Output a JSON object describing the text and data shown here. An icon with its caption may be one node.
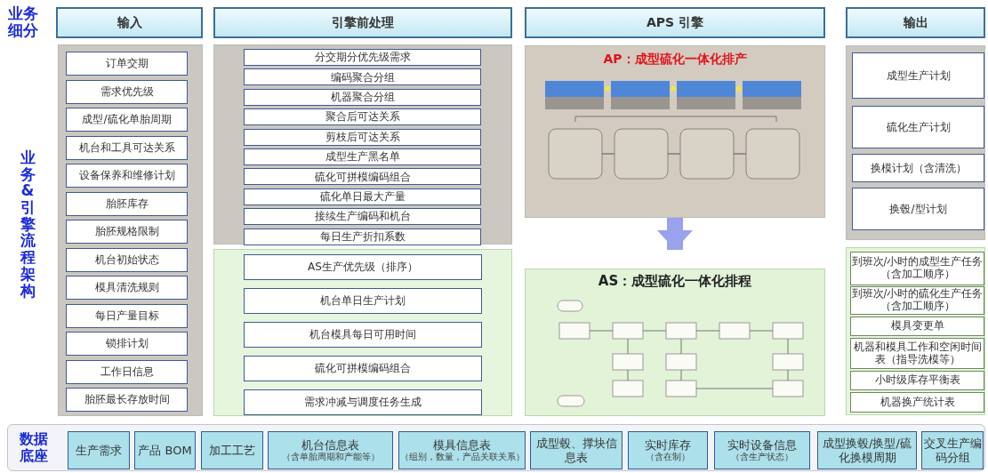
{
  "diagram": {
    "nodes": [
      {
        "text": [
          "输入"
        ]
      },
      {
        "text": [
          "引擎前处理"
        ]
      },
      {
        "text": [
          "APS 引擎"
        ]
      },
      {
        "text": [
          "输出"
        ]
      },
      {
        "text": [],
        "shape": "box"
      },
      {
        "text": [
          "订单交期"
        ],
        "in": 4
      },
      {
        "text": [
          "需求优先级"
        ],
        "in": 4
      },
      {
        "text": [
          "成型/硫化单胎周期"
        ],
        "in": 4
      },
      {
        "text": [
          "机台和工具可达关系"
        ],
        "in": 4
      },
      {
        "text": [
          "设备保养和维修计划"
        ],
        "in": 4
      },
      {
        "text": [
          "胎胚库存"
        ],
        "in": 4
      },
      {
        "text": [
          "胎胚规格限制"
        ],
        "in": 4
      },
      {
        "text": [
          "机台初始状态"
        ],
        "in": 4
      },
      {
        "text": [
          "模具清洗规则"
        ],
        "in": 4
      },
      {
        "text": [
          "每日产量目标"
        ],
        "in": 4
      },
      {
        "text": [
          "锁排计划"
        ],
        "in": 4
      },
      {
        "text": [
          "工作日信息"
        ],
        "in": 4
      },
      {
        "text": [
          "胎胚最长存放时间"
        ],
        "in": 4
      },
      {
        "text": [],
        "shape": "box"
      },
      {
        "text": [
          "分交期分优先级需求"
        ],
        "in": 18
      },
      {
        "text": [
          "编码聚合分组"
        ],
        "in": 18
      },
      {
        "text": [
          "机器聚合分组"
        ],
        "in": 18
      },
      {
        "text": [
          "聚合后可达关系"
        ],
        "in": 18
      },
      {
        "text": [
          "剪枝后可达关系"
        ],
        "in": 18
      },
      {
        "text": [
          "成型生产黑名单"
        ],
        "in": 18
      },
      {
        "text": [
          "硫化可拼模编码组合"
        ],
        "in": 18
      },
      {
        "text": [
          "硫化单日最大产量"
        ],
        "in": 18
      },
      {
        "text": [
          "接续生产编码和机台"
        ],
        "in": 18
      },
      {
        "text": [
          "每日生产折扣系数"
        ],
        "in": 18
      },
      {
        "text": [],
        "shape": "box"
      },
      {
        "text": [
          "AS生产优先级（排序）"
        ],
        "in": 29
      },
      {
        "text": [
          "机台单日生产计划"
        ],
        "in": 29
      },
      {
        "text": [
          "机台模具每日可用时间"
        ],
        "in": 29
      },
      {
        "text": [
          "硫化可拼模编码组合"
        ],
        "in": 29
      },
      {
        "text": [
          "需求冲减与调度任务生成"
        ],
        "in": 29
      },
      {
        "text": [
          "AP：成型硫化一体化排产"
        ]
      },
      {
        "text": [
          "AS：成型硫化一体化排程"
        ]
      },
      {
        "text": [],
        "shape": "box"
      },
      {
        "text": [
          "成型生产计划"
        ],
        "in": 37
      },
      {
        "text": [
          "硫化生产计划"
        ],
        "in": 37
      },
      {
        "text": [
          "换模计划（含清洗）"
        ],
        "in": 37
      },
      {
        "text": [
          "换毂/型计划"
        ],
        "in": 37
      },
      {
        "text": [],
        "shape": "box"
      },
      {
        "text": [
          "到班次/小时的成型生产任务（含加工顺序）"
        ],
        "in": 42
      },
      {
        "text": [
          "到班次/小时的硫化生产任务（含加工顺序）"
        ],
        "in": 42
      },
      {
        "text": [
          "模具变更单"
        ],
        "in": 42
      },
      {
        "text": [
          "机器和模具工作和空闲时间表（指导洗模等）"
        ],
        "in": 42
      },
      {
        "text": [
          "小时级库存平衡表"
        ],
        "in": 42
      },
      {
        "text": [
          "机器换产统计表"
        ],
        "in": 42
      },
      {
        "text": [
          "数据底座"
        ]
      },
      {
        "text": [
          "生产需求"
        ],
        "in": 49
      },
      {
        "text": [
          "产品 BOM"
        ],
        "in": 49
      },
      {
        "text": [
          "加工工艺"
        ],
        "in": 49
      },
      {
        "text": [
          "机台信息表",
          "（含单胎周期和产能等）"
        ],
        "in": 49
      },
      {
        "text": [
          "模具信息表",
          "（组别，数量，产品关联关系）"
        ],
        "in": 49
      },
      {
        "text": [
          "成型毂、撑块信息表"
        ],
        "in": 49
      },
      {
        "text": [
          "实时库存",
          "（含在制）"
        ],
        "in": 49
      },
      {
        "text": [
          "实时设备信息",
          "（含生产状态）"
        ],
        "in": 49
      },
      {
        "text": [
          "成型换毂/换型/硫化换模周期"
        ],
        "in": 49
      },
      {
        "text": [
          "交叉生产编码分组"
        ],
        "in": 49
      }
    ],
    "edges": [
      {
        "from": 35,
        "to": 36,
        "arrow": "to"
      }
    ],
    "labels": [
      "业务细分",
      "业务&引擎流程架构"
    ]
  }
}
